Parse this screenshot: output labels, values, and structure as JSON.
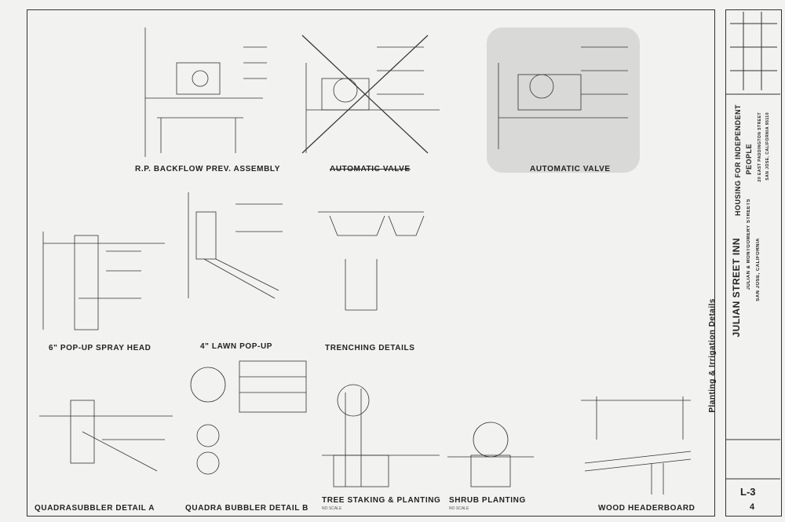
{
  "sheet": {
    "vertical_caption": "Planting & Irrigation Details",
    "details": [
      {
        "id": "rp-backflow",
        "label": "R.P. BACKFLOW PREV. ASSEMBLY",
        "struck": false
      },
      {
        "id": "automatic-valve-struck",
        "label": "AUTOMATIC VALVE",
        "struck": true
      },
      {
        "id": "automatic-valve",
        "label": "AUTOMATIC VALVE",
        "struck": false
      },
      {
        "id": "popup-spray",
        "label": "6\" POP-UP SPRAY HEAD",
        "struck": false
      },
      {
        "id": "lawn-popup",
        "label": "4\" LAWN POP-UP",
        "struck": false
      },
      {
        "id": "trenching",
        "label": "TRENCHING DETAILS",
        "struck": false
      },
      {
        "id": "quadra-a",
        "label": "QUADRASUBBLER DETAIL A",
        "struck": false
      },
      {
        "id": "quadra-b",
        "label": "QUADRA BUBBLER DETAIL B",
        "struck": false
      },
      {
        "id": "tree-staking",
        "label": "TREE STAKING & PLANTING",
        "struck": false
      },
      {
        "id": "shrub-planting",
        "label": "SHRUB PLANTING",
        "struck": false
      },
      {
        "id": "wood-header",
        "label": "WOOD HEADERBOARD",
        "struck": false
      }
    ],
    "scale_notes": {
      "tree": "NO SCALE",
      "shrub": "NO SCALE"
    }
  },
  "title_block": {
    "project_name": "JULIAN STREET INN",
    "project_location": "JULIAN & MONTGOMERY STREETS",
    "city": "SAN JOSE, CALIFORNIA",
    "client_line1": "HOUSING FOR INDEPENDENT",
    "client_line2": "PEOPLE",
    "client_address": "20 EAST PADDINGTON STREET",
    "client_city": "SAN JOSE, CALIFORNIA 95110",
    "sheet_number": "L-3",
    "sheet_count": "4"
  }
}
